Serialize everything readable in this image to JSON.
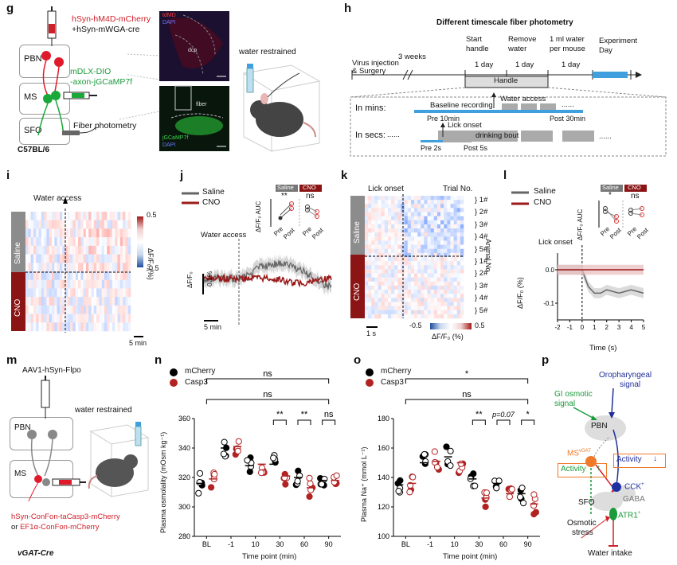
{
  "panels": {
    "g": {
      "letter": "g",
      "virus1": "hSyn-hM4D-mCherry",
      "virus2": "+hSyn-mWGA-cre",
      "virus3a": "mDLX-DIO",
      "virus3b": "-axon-jGCaMP7f",
      "pbn": "PBN",
      "ms": "MS",
      "sfo": "SFO",
      "fiber_photometry": "Fiber photometry",
      "strain": "C57BL/6",
      "micro1_label1": "tdMD",
      "micro1_label2": "DAPI",
      "micro1_region": "dcp",
      "micro2_fiber": "fiber",
      "micro2_label1": "jGCaMP7f",
      "micro2_label2": "DAPI",
      "water_restrained": "water restrained"
    },
    "h": {
      "letter": "h",
      "title": "Different timescale fiber photometry",
      "virus": "Virus injection",
      "surgery": "& Surgery",
      "weeks": "3 weeks",
      "start": "Start",
      "handle": "handle",
      "remove": "Remove",
      "water": "water",
      "ml": "1 ml water",
      "per_mouse": "per mouse",
      "experiment": "Experiment",
      "day": "Day",
      "day1": "1 day",
      "day2": "1 day",
      "day3": "1 day",
      "handle_box": "Handle",
      "in_mins": "In mins:",
      "baseline": "Baseline recording",
      "water_access": "Water access",
      "pre10": "Pre 10min",
      "post30": "Post 30min",
      "in_secs": "In secs:",
      "lick_onset": "Lick onset",
      "drinking": "drinking bout",
      "pre2": "Pre 2s",
      "post5": "Post 5s",
      "dots": "......"
    },
    "i": {
      "letter": "i",
      "water_access": "Water access",
      "saline": "Saline",
      "cno": "CNO",
      "cbar_max": "0.5",
      "cbar_min": "-0.5",
      "cbar_label": "ΔF/F₀ (%)",
      "scale": "5 min"
    },
    "j": {
      "letter": "j",
      "saline": "Saline",
      "cno": "CNO",
      "water_access": "Water access",
      "ylab": "ΔF/F₀",
      "scale_y": "0.1%",
      "scale_x": "5 min",
      "inset_saline": "Saline",
      "inset_cno": "CNO",
      "inset_sig1": "**",
      "inset_sig2": "ns",
      "inset_ylab": "ΔF/F₀ AUC",
      "pre": "Pre",
      "post": "Post"
    },
    "k": {
      "letter": "k",
      "lick_onset": "Lick onset",
      "trial_no": "Trial No.",
      "saline": "Saline",
      "cno": "CNO",
      "animals_label": "Animal No.",
      "animals": [
        "1#",
        "2#",
        "3#",
        "4#",
        "5#",
        "1#",
        "2#",
        "3#",
        "4#",
        "5#"
      ],
      "scale": "1 s",
      "cbar_min": "-0.5",
      "cbar_max": "0.5",
      "cbar_label": "ΔF/F₀ (%)"
    },
    "l": {
      "letter": "l",
      "saline": "Saline",
      "cno": "CNO",
      "lick_onset": "Lick onset",
      "xlab": "Time (s)",
      "ylab": "ΔF/F₀ (%)",
      "inset_saline": "Saline",
      "inset_cno": "CNO",
      "inset_sig1": "*",
      "inset_sig2": "ns",
      "inset_ylab": "ΔF/F₀ AUC",
      "pre": "Pre",
      "post": "Post"
    },
    "m": {
      "letter": "m",
      "virus": "AAV1-hSyn-Flpo",
      "pbn": "PBN",
      "ms": "MS",
      "water_restrained": "water restrained",
      "c1": "hSyn-ConFon-taCasp3-mCherry",
      "c2_or": "or ",
      "c2": "EF1α-ConFon-mCherry",
      "strain": "vGAT-Cre"
    },
    "n": {
      "letter": "n",
      "legend1": "mCherry",
      "legend2": "Casp3",
      "ylab": "Plasma osmolality (mOsm kg⁻¹)",
      "xlab": "Time point (min)",
      "sig_top": "ns",
      "sig_mid": "ns",
      "sig30": "**",
      "sig60": "**",
      "sig90": "ns"
    },
    "o": {
      "letter": "o",
      "legend1": "mCherry",
      "legend2": "Casp3",
      "ylab": "Plasma Na⁺ (mmol L⁻¹)",
      "xlab": "Time point (min)",
      "sig_top": "*",
      "sig_mid": "ns",
      "sig30": "**",
      "sig60": "p=0.07",
      "sig90": "*"
    },
    "p": {
      "letter": "p",
      "oro": "Oropharyngeal",
      "signal": "signal",
      "gi": "GI osmotic",
      "gi2": "signal",
      "pbn": "PBN",
      "ms": "MS",
      "ms_sup": "vGAT",
      "activity_down": "Activity",
      "activity_up": "Activity",
      "cck": "CCK",
      "gaba": "GABA",
      "sfo": "SFO",
      "atr": "ATR1",
      "osm1": "Osmotic",
      "osm2": "stress",
      "intake": "Water intake"
    }
  },
  "colors": {
    "saline": "#666666",
    "cno": "#9b1b1b",
    "mcherry": "#000000",
    "casp3": "#b22222",
    "red": "#d0202a",
    "green": "#1a9a3a",
    "blue": "#1f2f9a",
    "photometry_blue": "#3fa0dd"
  },
  "chart_data": [
    {
      "type": "scatter",
      "panel": "n",
      "categories": [
        "BL",
        "-1",
        "10",
        "30",
        "60",
        "90"
      ],
      "ylim": [
        280,
        360
      ],
      "yticks": [
        280,
        300,
        320,
        340,
        360
      ],
      "series": [
        {
          "name": "mCherry",
          "means": [
            316,
            340,
            328,
            329,
            320,
            318
          ]
        },
        {
          "name": "Casp3",
          "means": [
            319,
            341,
            329,
            321,
            313,
            318
          ]
        }
      ]
    },
    {
      "type": "scatter",
      "panel": "o",
      "categories": [
        "BL",
        "-1",
        "10",
        "30",
        "60",
        "90"
      ],
      "ylim": [
        100,
        180
      ],
      "yticks": [
        100,
        120,
        140,
        160,
        180
      ],
      "series": [
        {
          "name": "mCherry",
          "means": [
            135,
            150,
            154,
            139,
            136,
            129
          ]
        },
        {
          "name": "Casp3",
          "means": [
            136,
            151,
            150,
            126,
            129,
            122
          ]
        }
      ]
    },
    {
      "type": "line",
      "panel": "l",
      "xlim": [
        -2,
        5
      ],
      "xticks": [
        -2,
        -1,
        0,
        1,
        2,
        3,
        4,
        5
      ],
      "ylim": [
        -0.15,
        0.05
      ],
      "yticks": [
        0.0,
        -0.1
      ],
      "series": [
        {
          "name": "Saline",
          "x": [
            -2,
            -1,
            0,
            0.5,
            1,
            1.5,
            2,
            3,
            4,
            5
          ],
          "y": [
            0,
            0,
            0,
            -0.05,
            -0.07,
            -0.07,
            -0.06,
            -0.07,
            -0.06,
            -0.07
          ]
        },
        {
          "name": "CNO",
          "x": [
            -2,
            -1,
            0,
            1,
            2,
            3,
            4,
            5
          ],
          "y": [
            0,
            0,
            0,
            0,
            0,
            0,
            0,
            0
          ]
        }
      ]
    }
  ]
}
